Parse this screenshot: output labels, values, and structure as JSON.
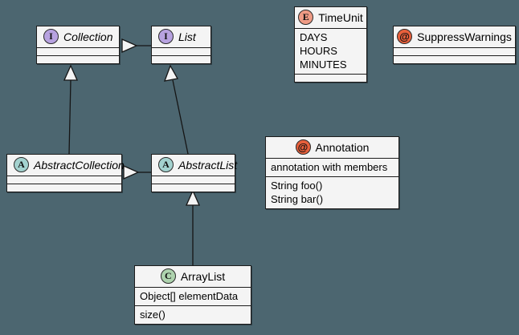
{
  "diagram": {
    "title": "UML class diagram",
    "background_color": "#4c6670",
    "node_fill_color": "#f4f4f4",
    "node_border_color": "#1c1c1c"
  },
  "badges": {
    "interface": {
      "glyph": "I",
      "color": "#b7a2e0",
      "label": "interface-badge"
    },
    "abstract": {
      "glyph": "A",
      "color": "#a3d2cf",
      "label": "abstract-class-badge"
    },
    "class": {
      "glyph": "C",
      "color": "#aed3ae",
      "label": "class-badge"
    },
    "enum": {
      "glyph": "E",
      "color": "#ef9b85",
      "label": "enum-badge"
    },
    "annotation": {
      "glyph": "@",
      "color": "#e8603c",
      "label": "annotation-badge"
    }
  },
  "nodes": {
    "collection": {
      "name": "Collection",
      "stereotype": "interface",
      "badge_glyph": "I",
      "attributes": [],
      "operations": []
    },
    "list": {
      "name": "List",
      "stereotype": "interface",
      "badge_glyph": "I",
      "attributes": [],
      "operations": []
    },
    "timeunit": {
      "name": "TimeUnit",
      "stereotype": "enum",
      "badge_glyph": "E",
      "constants": [
        "DAYS",
        "HOURS",
        "MINUTES"
      ],
      "operations": []
    },
    "suppresswarnings": {
      "name": "SuppressWarnings",
      "stereotype": "annotation",
      "badge_glyph": "@",
      "attributes": [],
      "operations": []
    },
    "annotation": {
      "name": "Annotation",
      "stereotype": "annotation",
      "badge_glyph": "@",
      "attributes": [
        "annotation with members"
      ],
      "operations": [
        "String foo()",
        "String bar()"
      ]
    },
    "abstractcollection": {
      "name": "AbstractCollection",
      "stereotype": "abstract",
      "badge_glyph": "A",
      "attributes": [],
      "operations": []
    },
    "abstractlist": {
      "name": "AbstractList",
      "stereotype": "abstract",
      "badge_glyph": "A",
      "attributes": [],
      "operations": []
    },
    "arraylist": {
      "name": "ArrayList",
      "stereotype": "class",
      "badge_glyph": "C",
      "attributes": [
        "Object[] elementData"
      ],
      "operations": [
        "size()"
      ]
    }
  },
  "edges": [
    {
      "id": "list-to-collection",
      "from": "List",
      "to": "Collection",
      "type": "generalization"
    },
    {
      "id": "abstractcollection-to-collection",
      "from": "AbstractCollection",
      "to": "Collection",
      "type": "realization"
    },
    {
      "id": "abstractlist-to-list",
      "from": "AbstractList",
      "to": "List",
      "type": "realization"
    },
    {
      "id": "abstractlist-to-abstractcollection",
      "from": "AbstractList",
      "to": "AbstractCollection",
      "type": "generalization"
    },
    {
      "id": "arraylist-to-abstractlist",
      "from": "ArrayList",
      "to": "AbstractList",
      "type": "generalization"
    }
  ]
}
